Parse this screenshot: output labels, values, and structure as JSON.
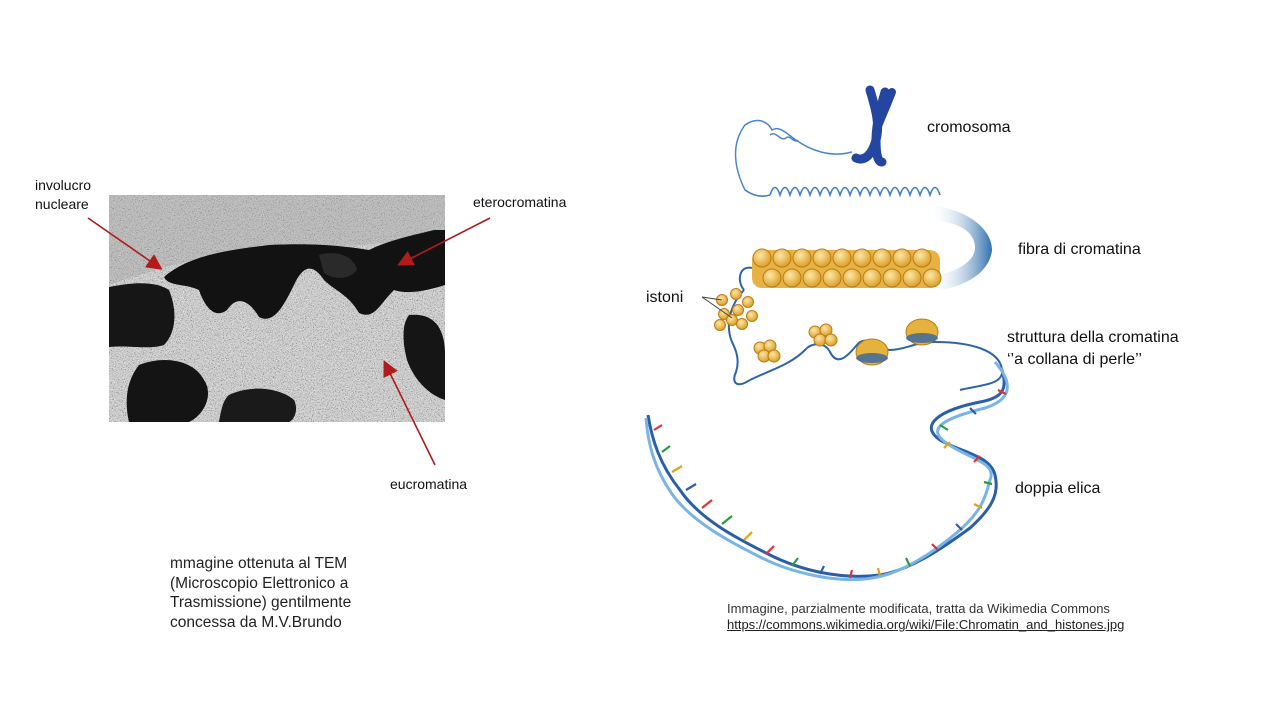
{
  "slide": {
    "background": "#ffffff",
    "arrow_color": "#b01c1c"
  },
  "left_panel": {
    "labels": {
      "involucro": "involucro\nnucleare",
      "eterocromatina": "eterocromatina",
      "eucromatina": "eucromatina"
    },
    "caption": "mmagine ottenuta al TEM (Microscopio Elettronico a Trasmissione) gentilmente concessa da M.V.Brundo"
  },
  "right_panel": {
    "labels": {
      "cromosoma": "cromosoma",
      "fibra": "fibra di cromatina",
      "istoni": "istoni",
      "struttura": "struttura della cromatina\n‘’a collana di perle’’",
      "doppia": "doppia elica"
    },
    "credit": {
      "text": "Immagine, parzialmente modificata, tratta da Wikimedia Commons",
      "link": "https://commons.wikimedia.org/wiki/File:Chromatin_and_histones.jpg"
    }
  }
}
